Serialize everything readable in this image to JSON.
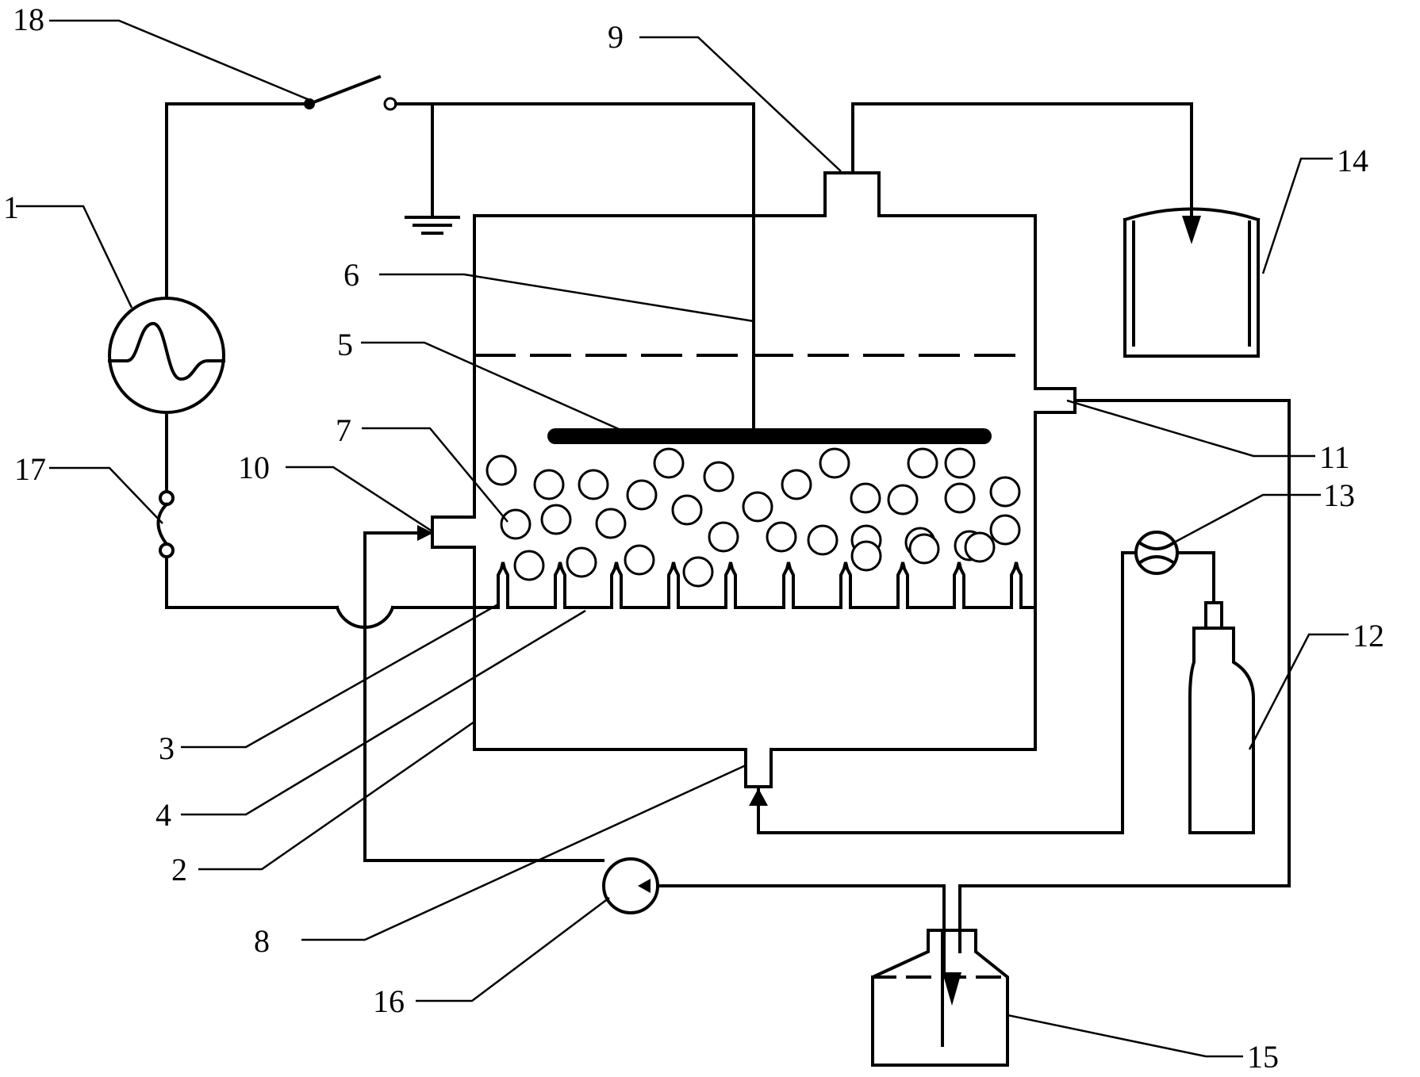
{
  "labels": {
    "l1": "1",
    "l2": "2",
    "l3": "3",
    "l4": "4",
    "l5": "5",
    "l6": "6",
    "l7": "7",
    "l8": "8",
    "l9": "9",
    "l10": "10",
    "l11": "11",
    "l12": "12",
    "l13": "13",
    "l14": "14",
    "l15": "15",
    "l16": "16",
    "l17": "17",
    "l18": "18"
  },
  "components": {
    "ac_source": "sine-wave-icon",
    "ground": "ground-icon",
    "pump": "pump-icon",
    "valve": "valve-icon",
    "gas_cylinder": "gas-cylinder-icon",
    "fuse": "fuse-icon",
    "switch": "switch-icon"
  },
  "colors": {
    "line": "#000000",
    "background": "#ffffff"
  }
}
